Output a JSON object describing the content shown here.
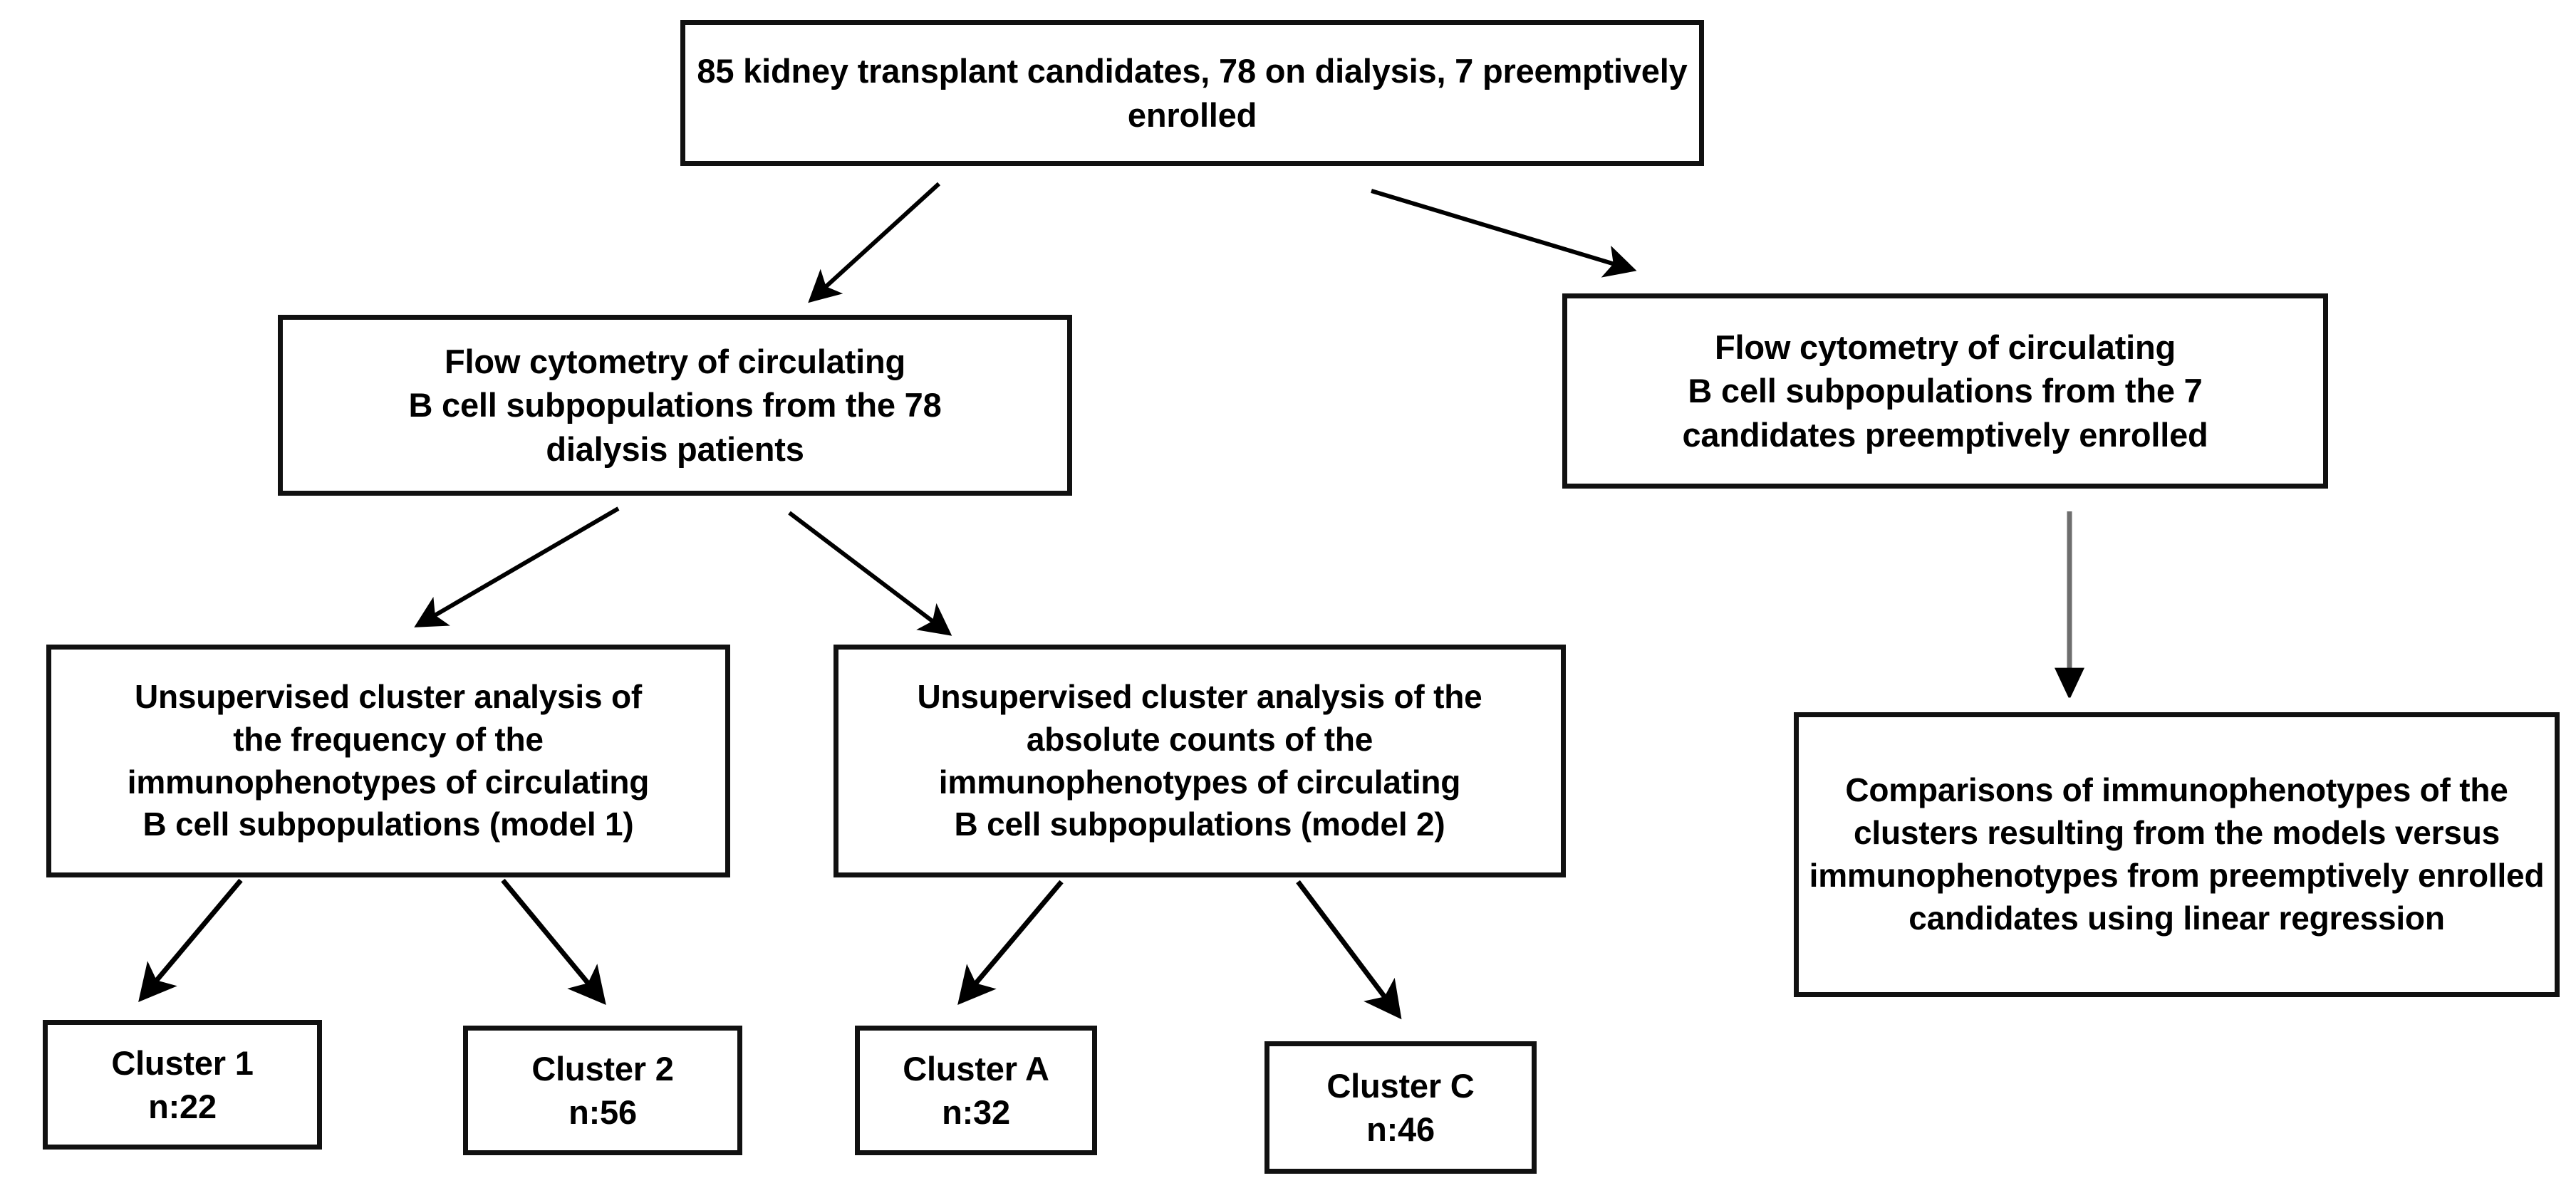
{
  "diagram": {
    "title": "Kidney transplant candidate study flowchart",
    "background_color": "#ffffff",
    "box_border_color": "#111111",
    "arrow_color": "#000000",
    "gray_arrow_color": "#6e6e6e",
    "nodes": {
      "root": "85 kidney transplant candidates, 78 on dialysis, 7 preemptively enrolled",
      "flow_78": "Flow cytometry of circulating\nB cell subpopulations from the 78\ndialysis patients",
      "flow_7": "Flow cytometry of circulating\nB cell subpopulations from the 7\ncandidates preemptively enrolled",
      "model_1": "Unsupervised cluster analysis of\nthe frequency of the\nimmunophenotypes of circulating\nB cell subpopulations  (model 1)",
      "model_2": "Unsupervised cluster analysis of the\nabsolute counts of the\nimmunophenotypes of circulating\nB cell subpopulations (model 2)",
      "comparison": "Comparisons of immunophenotypes of the clusters resulting from the models versus immunophenotypes from preemptively enrolled candidates using linear regression",
      "cluster_1": "Cluster 1\nn:22",
      "cluster_2": "Cluster 2\nn:56",
      "cluster_a": "Cluster A\nn:32",
      "cluster_c": "Cluster C\nn:46"
    },
    "counts": {
      "total_candidates": 85,
      "on_dialysis": 78,
      "preemptively_enrolled": 7,
      "cluster_1_n": 22,
      "cluster_2_n": 56,
      "cluster_a_n": 32,
      "cluster_c_n": 46
    },
    "edges": [
      {
        "name": "root-to-flow78",
        "from": "root",
        "to": "flow_78",
        "style": "diagonal-left"
      },
      {
        "name": "root-to-flow7",
        "from": "root",
        "to": "flow_7",
        "style": "diagonal-right"
      },
      {
        "name": "flow78-to-model1",
        "from": "flow_78",
        "to": "model_1",
        "style": "diagonal-left"
      },
      {
        "name": "flow78-to-model2",
        "from": "flow_78",
        "to": "model_2",
        "style": "diagonal-right"
      },
      {
        "name": "flow7-to-comparison",
        "from": "flow_7",
        "to": "comparison",
        "style": "vertical-gray"
      },
      {
        "name": "model1-to-cluster1",
        "from": "model_1",
        "to": "cluster_1",
        "style": "diagonal-left"
      },
      {
        "name": "model1-to-cluster2",
        "from": "model_1",
        "to": "cluster_2",
        "style": "diagonal-right"
      },
      {
        "name": "model2-to-clusterA",
        "from": "model_2",
        "to": "cluster_a",
        "style": "diagonal-left"
      },
      {
        "name": "model2-to-clusterC",
        "from": "model_2",
        "to": "cluster_c",
        "style": "diagonal-right"
      }
    ]
  }
}
